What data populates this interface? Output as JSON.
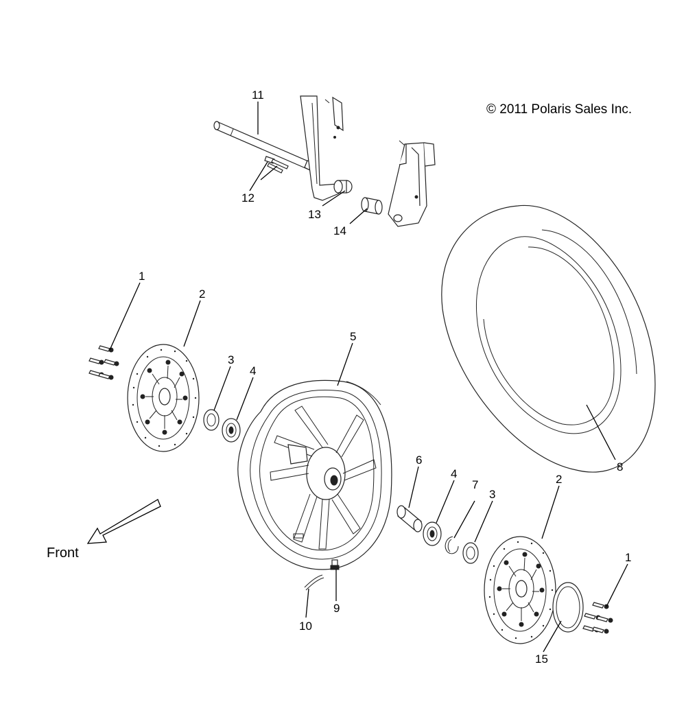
{
  "copyright": "© 2011 Polaris Sales Inc.",
  "front_label": "Front",
  "callouts": {
    "c1_left": "1",
    "c2_left": "2",
    "c3_left": "3",
    "c4_left": "4",
    "c5": "5",
    "c6": "6",
    "c4_right": "4",
    "c7": "7",
    "c3_right": "3",
    "c2_right": "2",
    "c8": "8",
    "c1_right": "1",
    "c9": "9",
    "c10": "10",
    "c11": "11",
    "c12": "12",
    "c13": "13",
    "c14": "14",
    "c15": "15"
  }
}
